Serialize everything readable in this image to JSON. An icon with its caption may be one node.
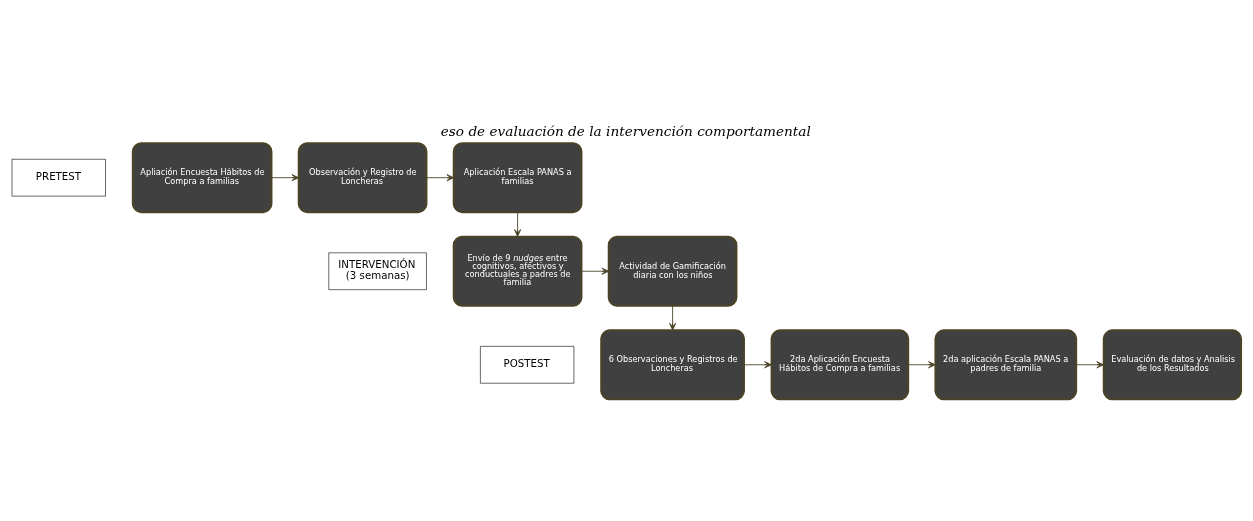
{
  "diagram": {
    "title": "eso de evaluación de la intervención comportamental",
    "nodes": [
      {
        "text": [
          "PRETEST"
        ]
      },
      {
        "text": [
          "Apliación Encuesta Hábitos de Compra a familias"
        ]
      },
      {
        "text": [
          "Observación y Registro de Loncheras"
        ]
      },
      {
        "text": [
          "Aplicación Escala PANAS a familias"
        ]
      },
      {
        "text": [
          "INTERVENCIÓN (3 semanas)"
        ]
      },
      {
        "text": [
          "Envío de 9 *nudges* entre cognitivos, afectivos y conductuales a padres de familia"
        ]
      },
      {
        "text": [
          "Actividad de Gamificación diaria con los niños"
        ]
      },
      {
        "text": [
          "POSTEST"
        ]
      },
      {
        "text": [
          "6 Observaciones y Registros de Loncheras"
        ]
      },
      {
        "text": [
          "2da Aplicación Encuesta Hábitos de Compra a familias"
        ]
      },
      {
        "text": [
          "2da aplicación Escala PANAS a padres de familia"
        ]
      },
      {
        "text": [
          "Evaluación de datos y Analisis de los Resultados"
        ]
      }
    ],
    "edges": [
      {
        "from": 1,
        "to": 2,
        "arrow": "to"
      },
      {
        "from": 2,
        "to": 3,
        "arrow": "to"
      },
      {
        "from": 3,
        "to": 5,
        "arrow": "to"
      },
      {
        "from": 5,
        "to": 6,
        "arrow": "to"
      },
      {
        "from": 6,
        "to": 8,
        "arrow": "to"
      },
      {
        "from": 8,
        "to": 9,
        "arrow": "to"
      },
      {
        "from": 9,
        "to": 10,
        "arrow": "to"
      },
      {
        "from": 10,
        "to": 11,
        "arrow": "to"
      }
    ]
  }
}
